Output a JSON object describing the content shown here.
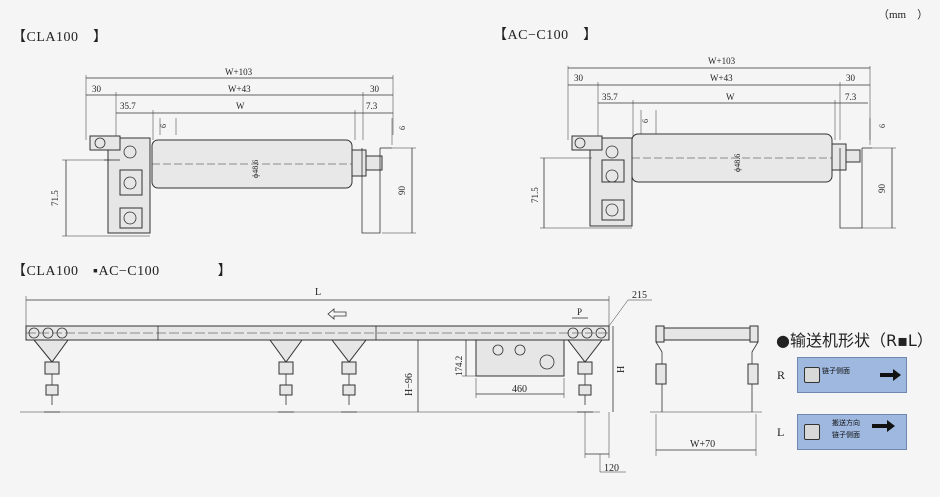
{
  "unit_label": "（mm　）",
  "titles": {
    "cla100": "【CLA100　】",
    "acc100": "【AC−C100　】",
    "combined": "【CLA100　▪AC−C100　　　　】"
  },
  "side_view": {
    "w103": "W+103",
    "w43": "W+43",
    "w": "W",
    "d30": "30",
    "d357": "35.7",
    "d73": "7.3",
    "d6": "6",
    "dia": "ϕ48.6",
    "h715": "71.5",
    "h90": "90"
  },
  "conveyor": {
    "L": "L",
    "P": "P",
    "d215": "215",
    "H": "H",
    "H96": "H−96",
    "d1742": "174.2",
    "d460": "460",
    "d120": "120",
    "w70": "W+70"
  },
  "legend": {
    "title": "●输送机形状（R▪L）",
    "R": "R",
    "L": "L",
    "chain_side": "链子侧面",
    "direction": "搬送方向"
  },
  "colors": {
    "panel": "#9eb8df",
    "background": "#f5f5f5"
  }
}
